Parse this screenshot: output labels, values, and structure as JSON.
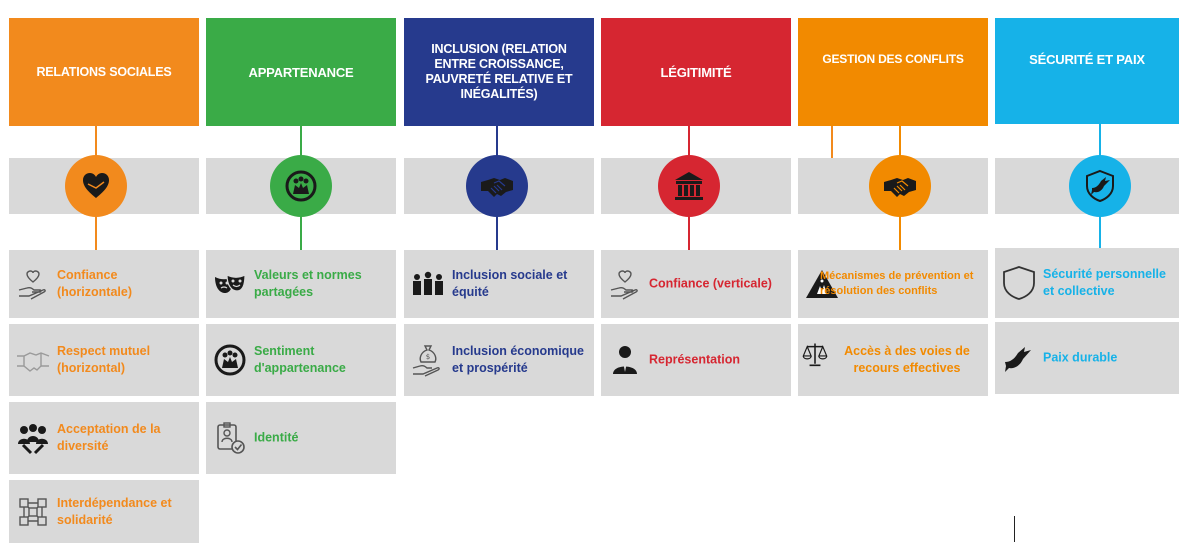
{
  "colors": {
    "relations": "#f28a1d",
    "appartenance": "#3aab47",
    "inclusion": "#263a8d",
    "legitimite": "#d62631",
    "conflits": "#f28a00",
    "securite": "#16b2e8",
    "cell_bg": "#d9d9d9"
  },
  "columns": [
    {
      "header": "RELATIONS SOCIALES",
      "badge_icon": "heart-hands-icon",
      "items": [
        {
          "label": "Confiance (horizontale)",
          "icon": "heart-in-hand-icon"
        },
        {
          "label": "Respect mutuel (horizontal)",
          "icon": "handshake-outline-icon"
        },
        {
          "label": "Acceptation de la diversité",
          "icon": "people-group-icon"
        },
        {
          "label": "Interdépendance et solidarité",
          "icon": "network-icon"
        }
      ]
    },
    {
      "header": "APPARTENANCE",
      "badge_icon": "community-icon",
      "items": [
        {
          "label": "Valeurs et normes partagées",
          "icon": "theatre-masks-icon"
        },
        {
          "label": "Sentiment d'appartenance",
          "icon": "community-icon"
        },
        {
          "label": "Identité",
          "icon": "id-badge-icon"
        }
      ]
    },
    {
      "header": "INCLUSION (RELATION ENTRE CROISSANCE, PAUVRETÉ RELATIVE ET INÉGALITÉS)",
      "badge_icon": "handshake-icon",
      "items": [
        {
          "label": "Inclusion sociale et équité",
          "icon": "people-row-icon"
        },
        {
          "label": "Inclusion économique et prospérité",
          "icon": "money-bag-hand-icon"
        }
      ]
    },
    {
      "header": "LÉGITIMITÉ",
      "badge_icon": "institution-icon",
      "items": [
        {
          "label": "Confiance (verticale)",
          "icon": "heart-in-hand-icon"
        },
        {
          "label": "Représentation",
          "icon": "representative-icon"
        }
      ]
    },
    {
      "header": "GESTION DES CONFLITS",
      "badge_icon": "handshake-icon",
      "items": [
        {
          "label": "Mécanismes de prévention et résolution des conflits",
          "icon": "conflict-warning-icon"
        },
        {
          "label": "Accès à des voies de recours effectives",
          "icon": "scales-icon"
        }
      ]
    },
    {
      "header": "SÉCURITÉ ET PAIX",
      "badge_icon": "shield-dove-icon",
      "items": [
        {
          "label": "Sécurité personnelle et collective",
          "icon": "shield-outline-icon"
        },
        {
          "label": "Paix durable",
          "icon": "dove-icon"
        }
      ]
    }
  ]
}
